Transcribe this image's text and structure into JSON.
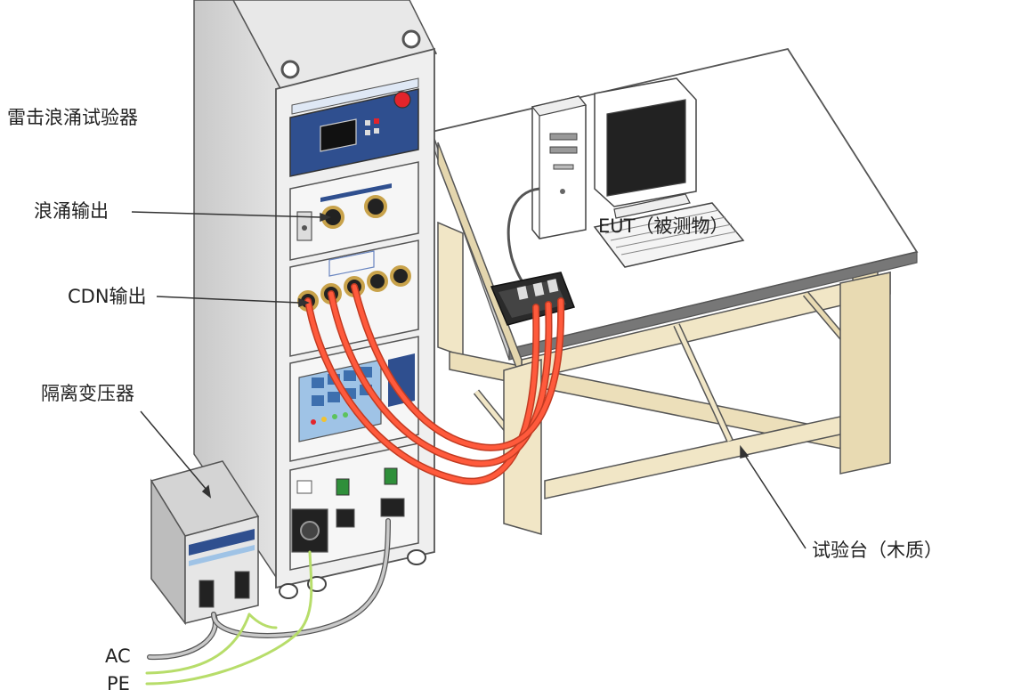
{
  "labels": {
    "surge_tester": "雷击浪涌试验器",
    "surge_output": "浪涌输出",
    "cdn_output": "CDN输出",
    "isolation_transformer": "隔离变压器",
    "eut": "EUT（被测物）",
    "test_table": "试验台（木质）",
    "ac": "AC",
    "pe": "PE"
  },
  "colors": {
    "cabinet_gray": "#dcdcdc",
    "panel_blue": "#2f4f8f",
    "surge_cable_red": "#ff5a3c",
    "ground_wire_green": "#b7dd6a",
    "table_wood": "#f1e6c6",
    "alarm_button_red": "#e3242b"
  }
}
